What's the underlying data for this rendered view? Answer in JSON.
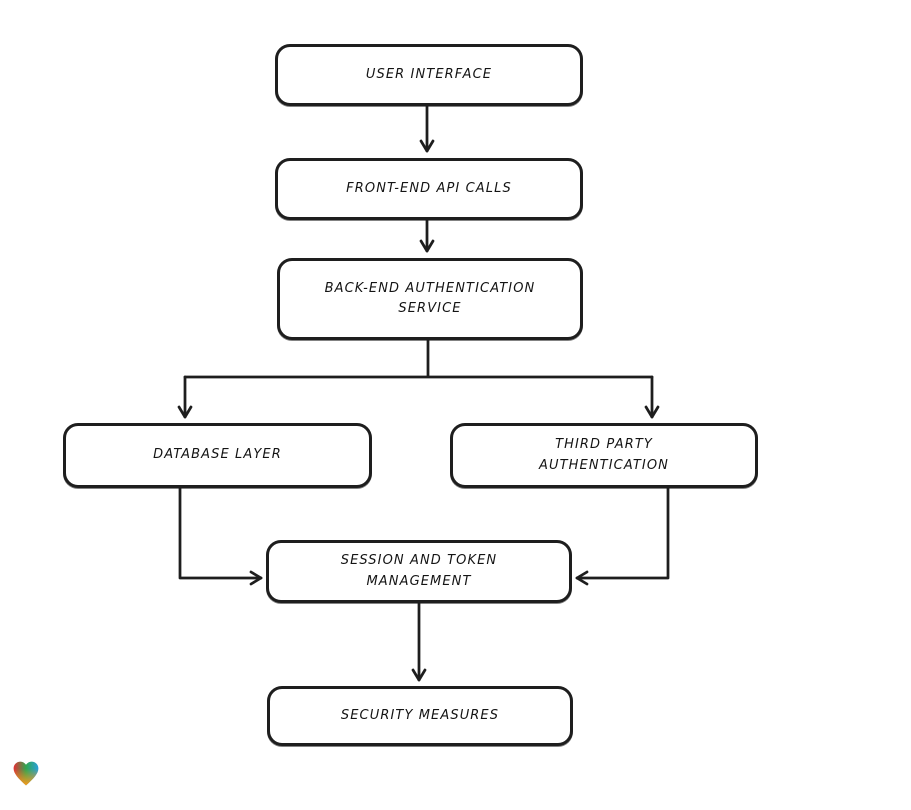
{
  "diagram": {
    "type": "flowchart",
    "nodes": [
      {
        "id": "user-interface",
        "label": "USER INTERFACE"
      },
      {
        "id": "front-end-api-calls",
        "label": "FRONT-END API CALLS"
      },
      {
        "id": "back-end-auth-service",
        "label": "BACK-END AUTHENTICATION SERVICE"
      },
      {
        "id": "database-layer",
        "label": "DATABASE LAYER"
      },
      {
        "id": "third-party-auth",
        "label": "THIRD PARTY AUTHENTICATION"
      },
      {
        "id": "session-token-mgmt",
        "label": "SESSION AND TOKEN MANAGEMENT"
      },
      {
        "id": "security-measures",
        "label": "SECURITY MEASURES"
      }
    ],
    "edges": [
      {
        "from": "user-interface",
        "to": "front-end-api-calls"
      },
      {
        "from": "front-end-api-calls",
        "to": "back-end-auth-service"
      },
      {
        "from": "back-end-auth-service",
        "to": "database-layer"
      },
      {
        "from": "back-end-auth-service",
        "to": "third-party-auth"
      },
      {
        "from": "database-layer",
        "to": "session-token-mgmt"
      },
      {
        "from": "third-party-auth",
        "to": "session-token-mgmt"
      },
      {
        "from": "session-token-mgmt",
        "to": "security-measures"
      }
    ],
    "colors": {
      "stroke": "#1e1e1e",
      "node_fill": "#ffffff",
      "background": "#ffffff"
    },
    "watermark": {
      "icon": "heart-icon",
      "colors": [
        "#e62e34",
        "#2fa74f",
        "#2aa0dc",
        "#f6991d"
      ]
    }
  }
}
